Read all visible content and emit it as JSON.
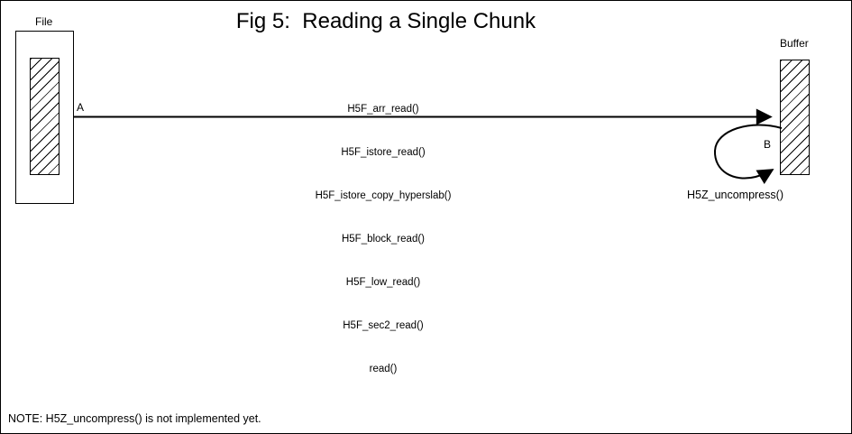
{
  "title": "Fig 5:  Reading a Single Chunk",
  "diagram": {
    "file_label": "File",
    "buffer_label": "Buffer",
    "arrow_a_label": "A",
    "arrow_b_label": "B",
    "read_call_chain": [
      "H5F_arr_read()",
      "H5F_istore_read()",
      "H5F_istore_copy_hyperslab()",
      "H5F_block_read()",
      "H5F_low_read()",
      "H5F_sec2_read()",
      "read()"
    ],
    "uncompress_caption": "H5Z_uncompress()"
  },
  "note": "NOTE: H5Z_uncompress() is not implemented yet.",
  "colors": {
    "ink": "#000000",
    "background": "#ffffff"
  }
}
